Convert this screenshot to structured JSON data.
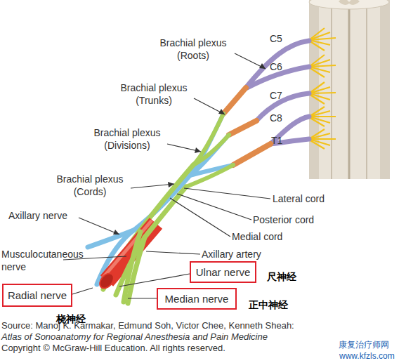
{
  "diagram": {
    "nodes": [
      {
        "text": [
          "Ulnar nerve",
          "尺神经"
        ]
      },
      {
        "text": [
          "Radial nerve",
          "桡神经"
        ]
      },
      {
        "text": [
          "Median nerve",
          "正中神经"
        ]
      }
    ],
    "labels": [
      "Brachial plexus (Roots)",
      "C5",
      "C6",
      "Brachial plexus (Trunks)",
      "C7",
      "C8",
      "Brachial plexus (Divisions)",
      "T1",
      "Brachial plexus (Cords)",
      "Lateral cord",
      "Axillary nerve",
      "Posterior cord",
      "Medial cord",
      "Axillary artery",
      "Musculocutaneous nerve",
      "Source: Manoj K. Karmakar, Edmund Soh, Victor Chee, Kenneth Sheah:",
      "Atlas of Sonoanatomy for Regional Anesthesia and Pain Medicine",
      "Copyright © McGraw-Hill Education. All rights reserved.",
      "康复治疗师网",
      "www.kfzls.com"
    ]
  }
}
